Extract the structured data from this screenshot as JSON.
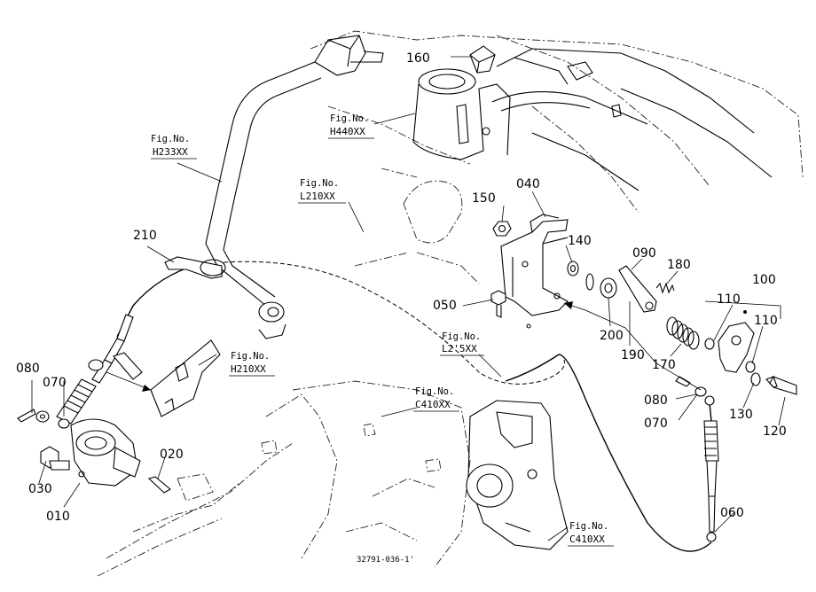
{
  "parts": {
    "p010": "010",
    "p020": "020",
    "p030": "030",
    "p040": "040",
    "p050": "050",
    "p060": "060",
    "p070a": "070",
    "p070b": "070",
    "p080a": "080",
    "p080b": "080",
    "p090": "090",
    "p100": "100",
    "p110a": "110",
    "p110b": "110",
    "p120": "120",
    "p130": "130",
    "p140": "140",
    "p150": "150",
    "p160": "160",
    "p170": "170",
    "p180": "180",
    "p190": "190",
    "p200": "200",
    "p210": "210"
  },
  "figures": {
    "fig_label": "Fig.No.",
    "h233": "H233XX",
    "h440": "H440XX",
    "l210": "L210XX",
    "h210": "H210XX",
    "l215": "L2'5XX",
    "c410a": "C410XX",
    "c410b": "C410XX"
  },
  "serial": "32791-036-1'"
}
